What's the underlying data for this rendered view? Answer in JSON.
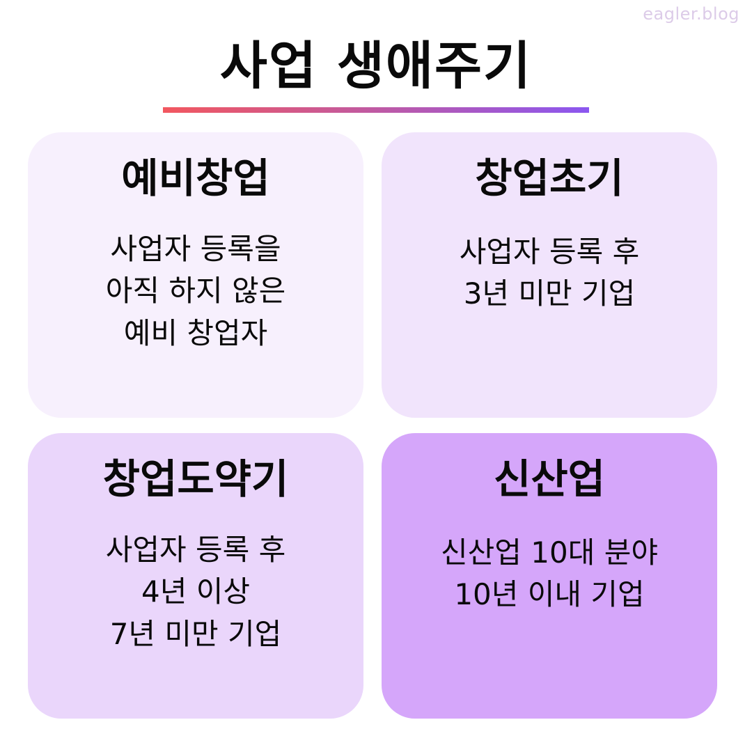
{
  "watermark": "eagler.blog",
  "title": "사업 생애주기",
  "colors": {
    "title_bar_gradient": [
      "#f2575f",
      "#c45a9c",
      "#8b57f0"
    ],
    "card_backgrounds": [
      "#f7f0fd",
      "#f1e4fc",
      "#ead6fb",
      "#d5a6fa"
    ]
  },
  "cards": [
    {
      "title": "예비창업",
      "body": "사업자 등록을\n아직 하지 않은\n예비 창업자"
    },
    {
      "title": "창업초기",
      "body": "사업자 등록 후\n3년 미만 기업"
    },
    {
      "title": "창업도약기",
      "body": "사업자 등록 후\n4년 이상\n7년 미만 기업"
    },
    {
      "title": "신산업",
      "body": "신산업 10대 분야\n10년 이내 기업"
    }
  ]
}
